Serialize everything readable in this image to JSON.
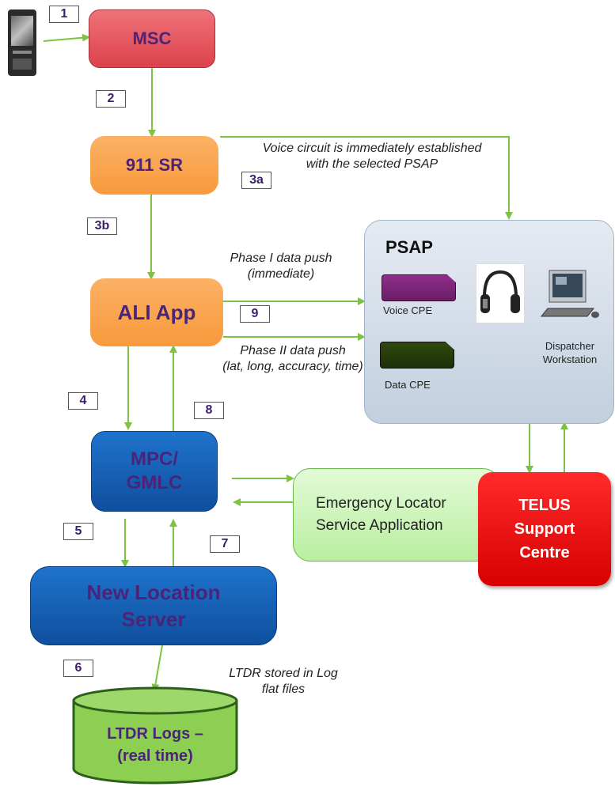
{
  "nodes": {
    "msc": "MSC",
    "sr911": "911 SR",
    "ali": "ALI App",
    "mpc_line1": "MPC/",
    "mpc_line2": "GMLC",
    "nls_line1": "New Location",
    "nls_line2": "Server",
    "elsa_line1": "Emergency Locator",
    "elsa_line2": "Service Application",
    "telus_line1": "TELUS",
    "telus_line2": "Support",
    "telus_line3": "Centre",
    "logs_line1": "LTDR Logs –",
    "logs_line2": "(real time)"
  },
  "psap": {
    "title": "PSAP",
    "voice_cpe": "Voice CPE",
    "data_cpe": "Data CPE",
    "dispatcher_line1": "Dispatcher",
    "dispatcher_line2": "Workstation",
    "headset_caption": "..."
  },
  "steps": [
    "1",
    "2",
    "3a",
    "3b",
    "4",
    "5",
    "6",
    "7",
    "8",
    "9"
  ],
  "annotations": {
    "voice_line1": "Voice circuit is immediately established",
    "voice_line2": "with the selected PSAP",
    "phase1_line1": "Phase I  data push",
    "phase1_line2": "(immediate)",
    "phase2_line1": "Phase II data push",
    "phase2_line2": "(lat, long, accuracy, time)",
    "ltdr_line1": "LTDR stored in Log",
    "ltdr_line2": "flat files"
  },
  "colors": {
    "arrow": "#7dc242",
    "msc": "#e8525a",
    "orange": "#f9a24c",
    "blue": "#1560b8",
    "purple_text": "#4b2379",
    "elsa": "#c9f3b5",
    "telus": "#ee0000",
    "logs": "#8ccf52"
  }
}
